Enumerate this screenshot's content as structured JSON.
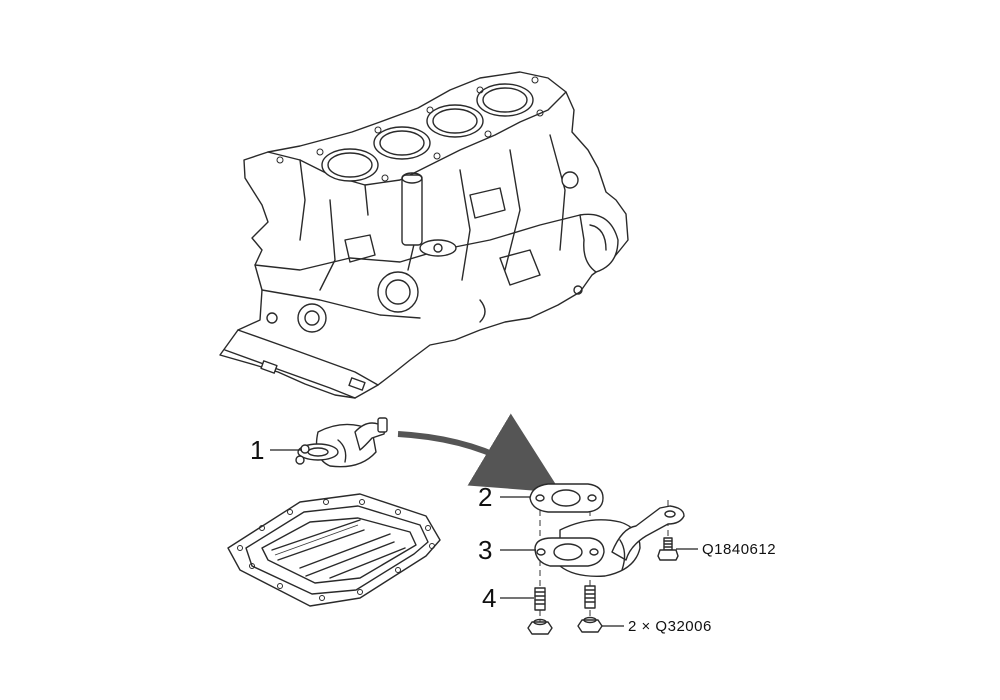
{
  "callouts": [
    {
      "number": "1"
    },
    {
      "number": "2"
    },
    {
      "number": "3"
    },
    {
      "number": "4"
    }
  ],
  "part_codes": {
    "bolt": "Q1840612",
    "nut": "2 × Q32006"
  },
  "colors": {
    "line": "#2a2a2a",
    "arrow": "#555555",
    "background": "#ffffff"
  }
}
